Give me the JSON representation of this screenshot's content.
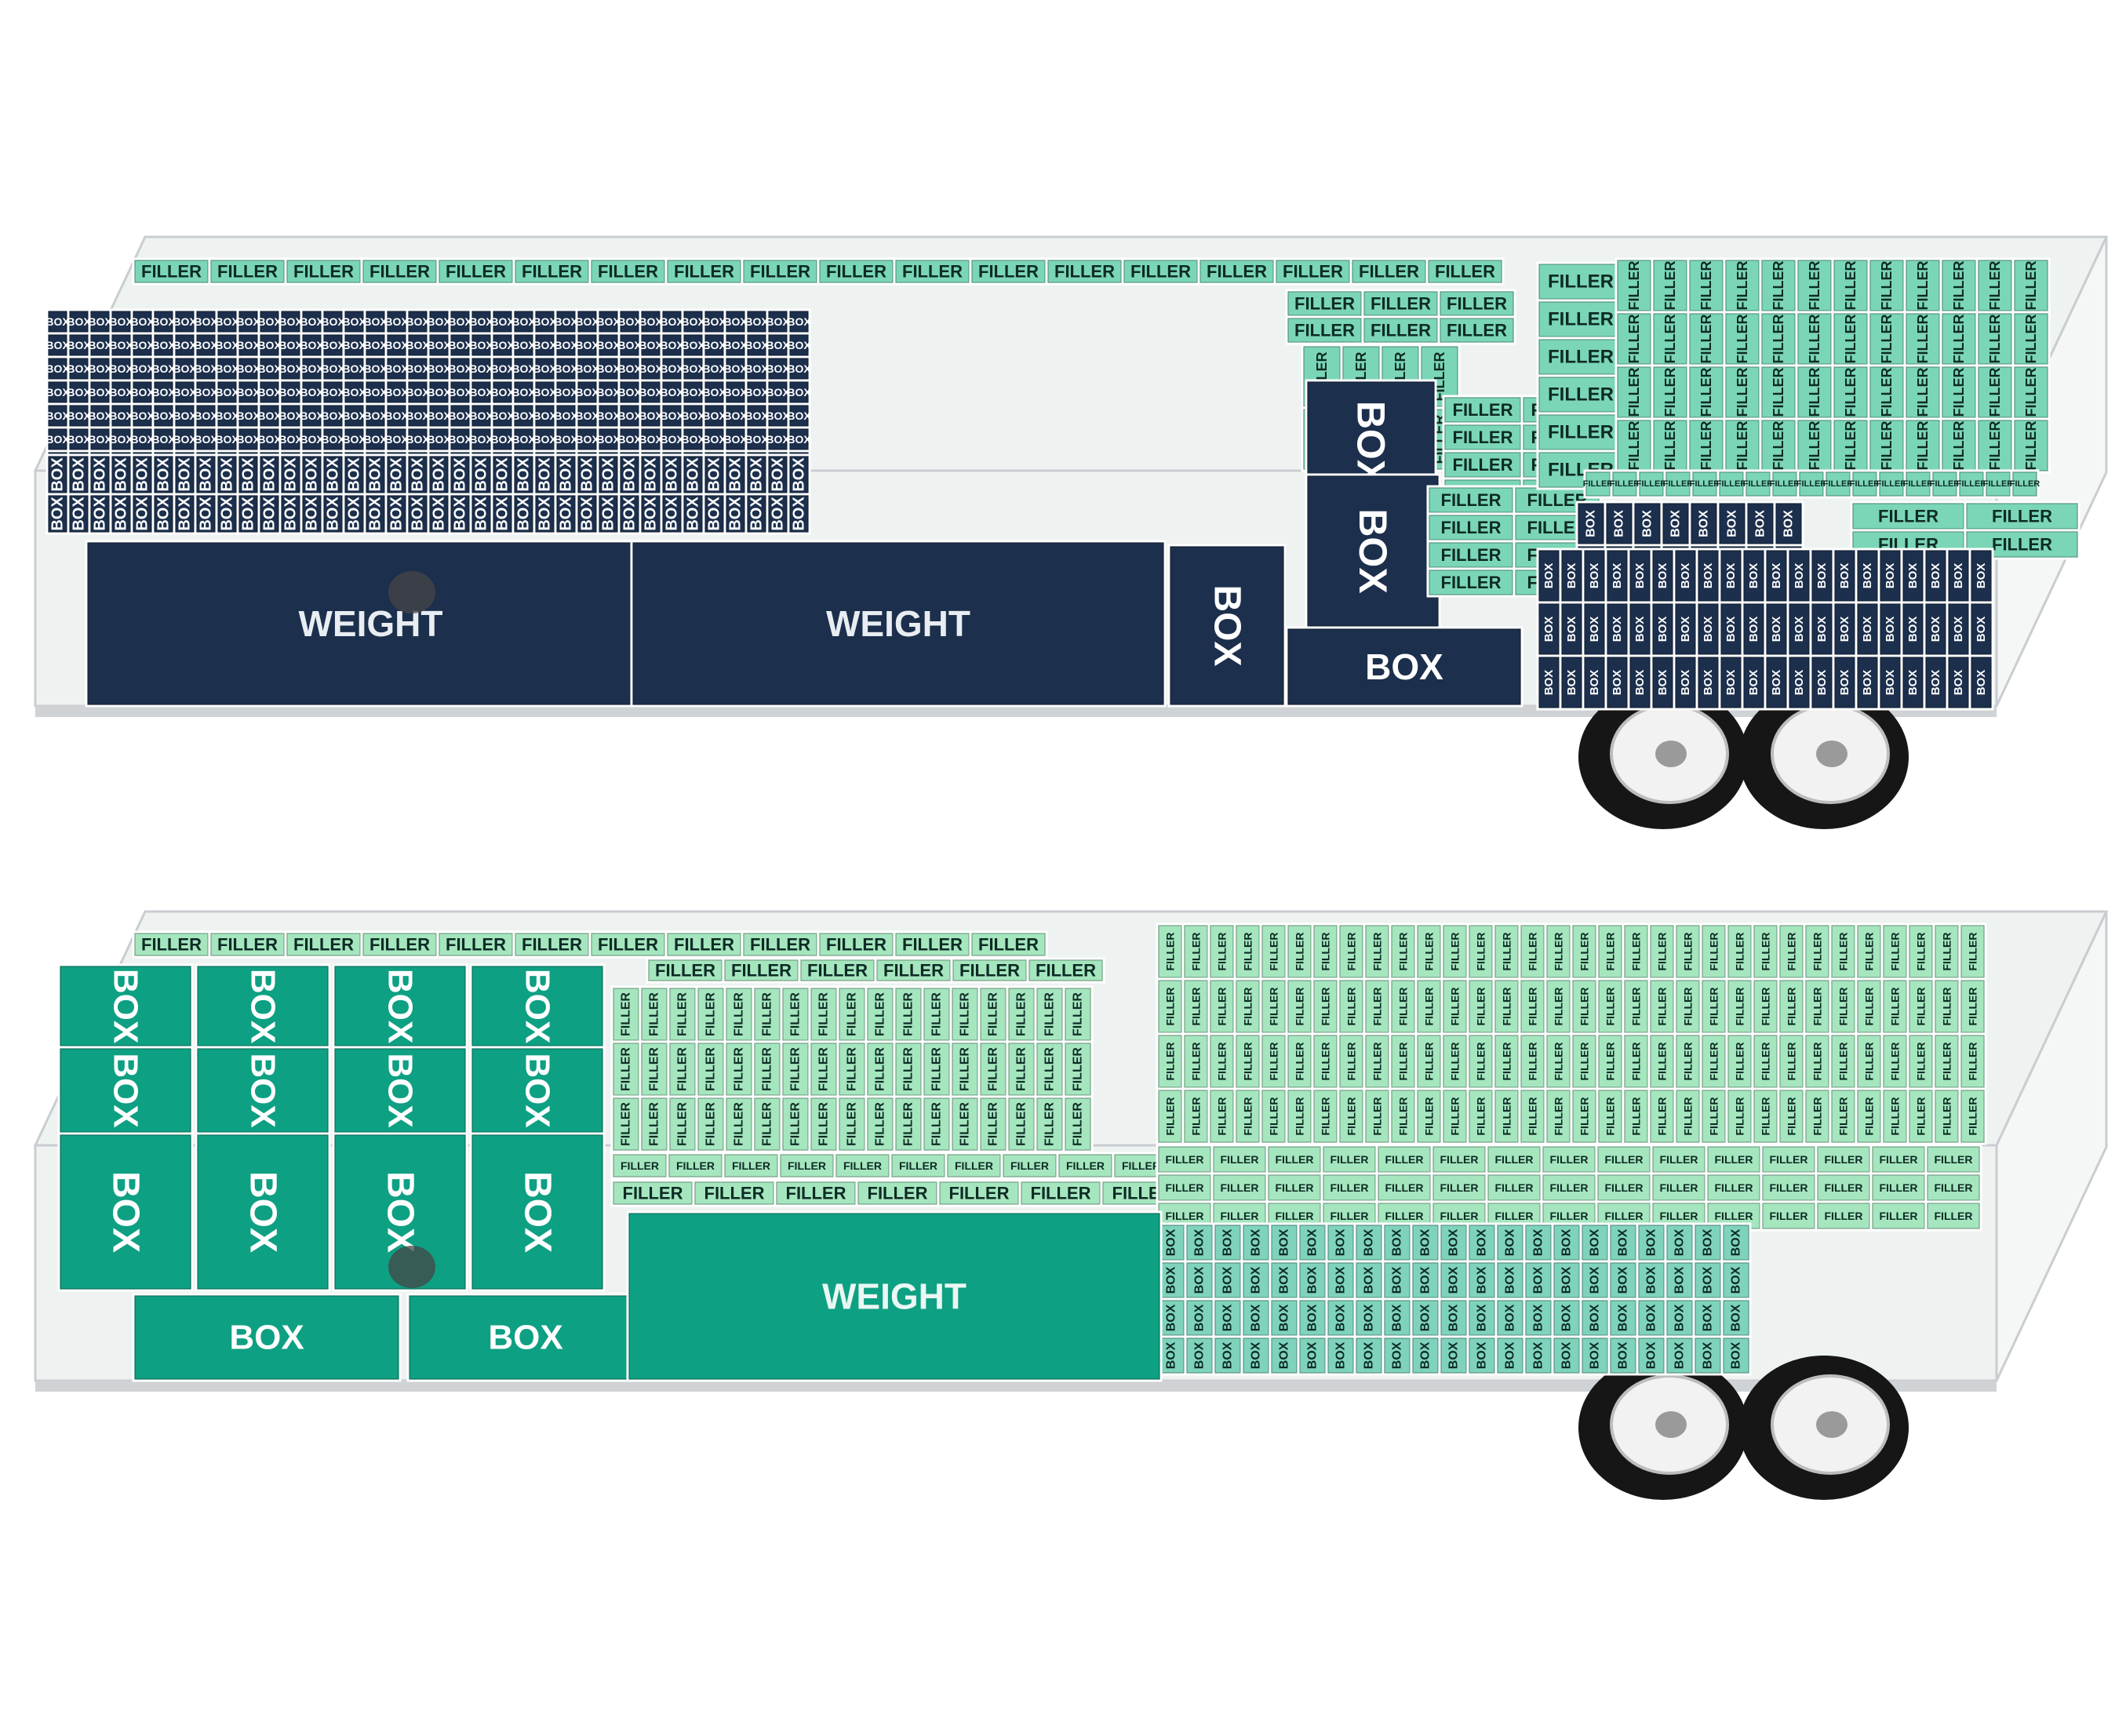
{
  "labels": {
    "weight": "WEIGHT",
    "box": "BOX",
    "filler": "FILLER"
  },
  "colors": {
    "navy": "#1c2f4c",
    "teal": "#0ea083",
    "filler_mint": "#7bd6b8",
    "filler_light": "#a5e6bf",
    "box_light": "#7fd3bd",
    "trailer_frame": "#c9cdd2",
    "trailer_glass": "#eef3f1",
    "tire": "#161616",
    "hub": "#f2f2f2"
  },
  "trailers": [
    {
      "id": "trailer-1",
      "main_color": "navy",
      "filler_color": "filler_mint"
    },
    {
      "id": "trailer-2",
      "main_color": "teal",
      "filler_color": "filler_light"
    }
  ]
}
